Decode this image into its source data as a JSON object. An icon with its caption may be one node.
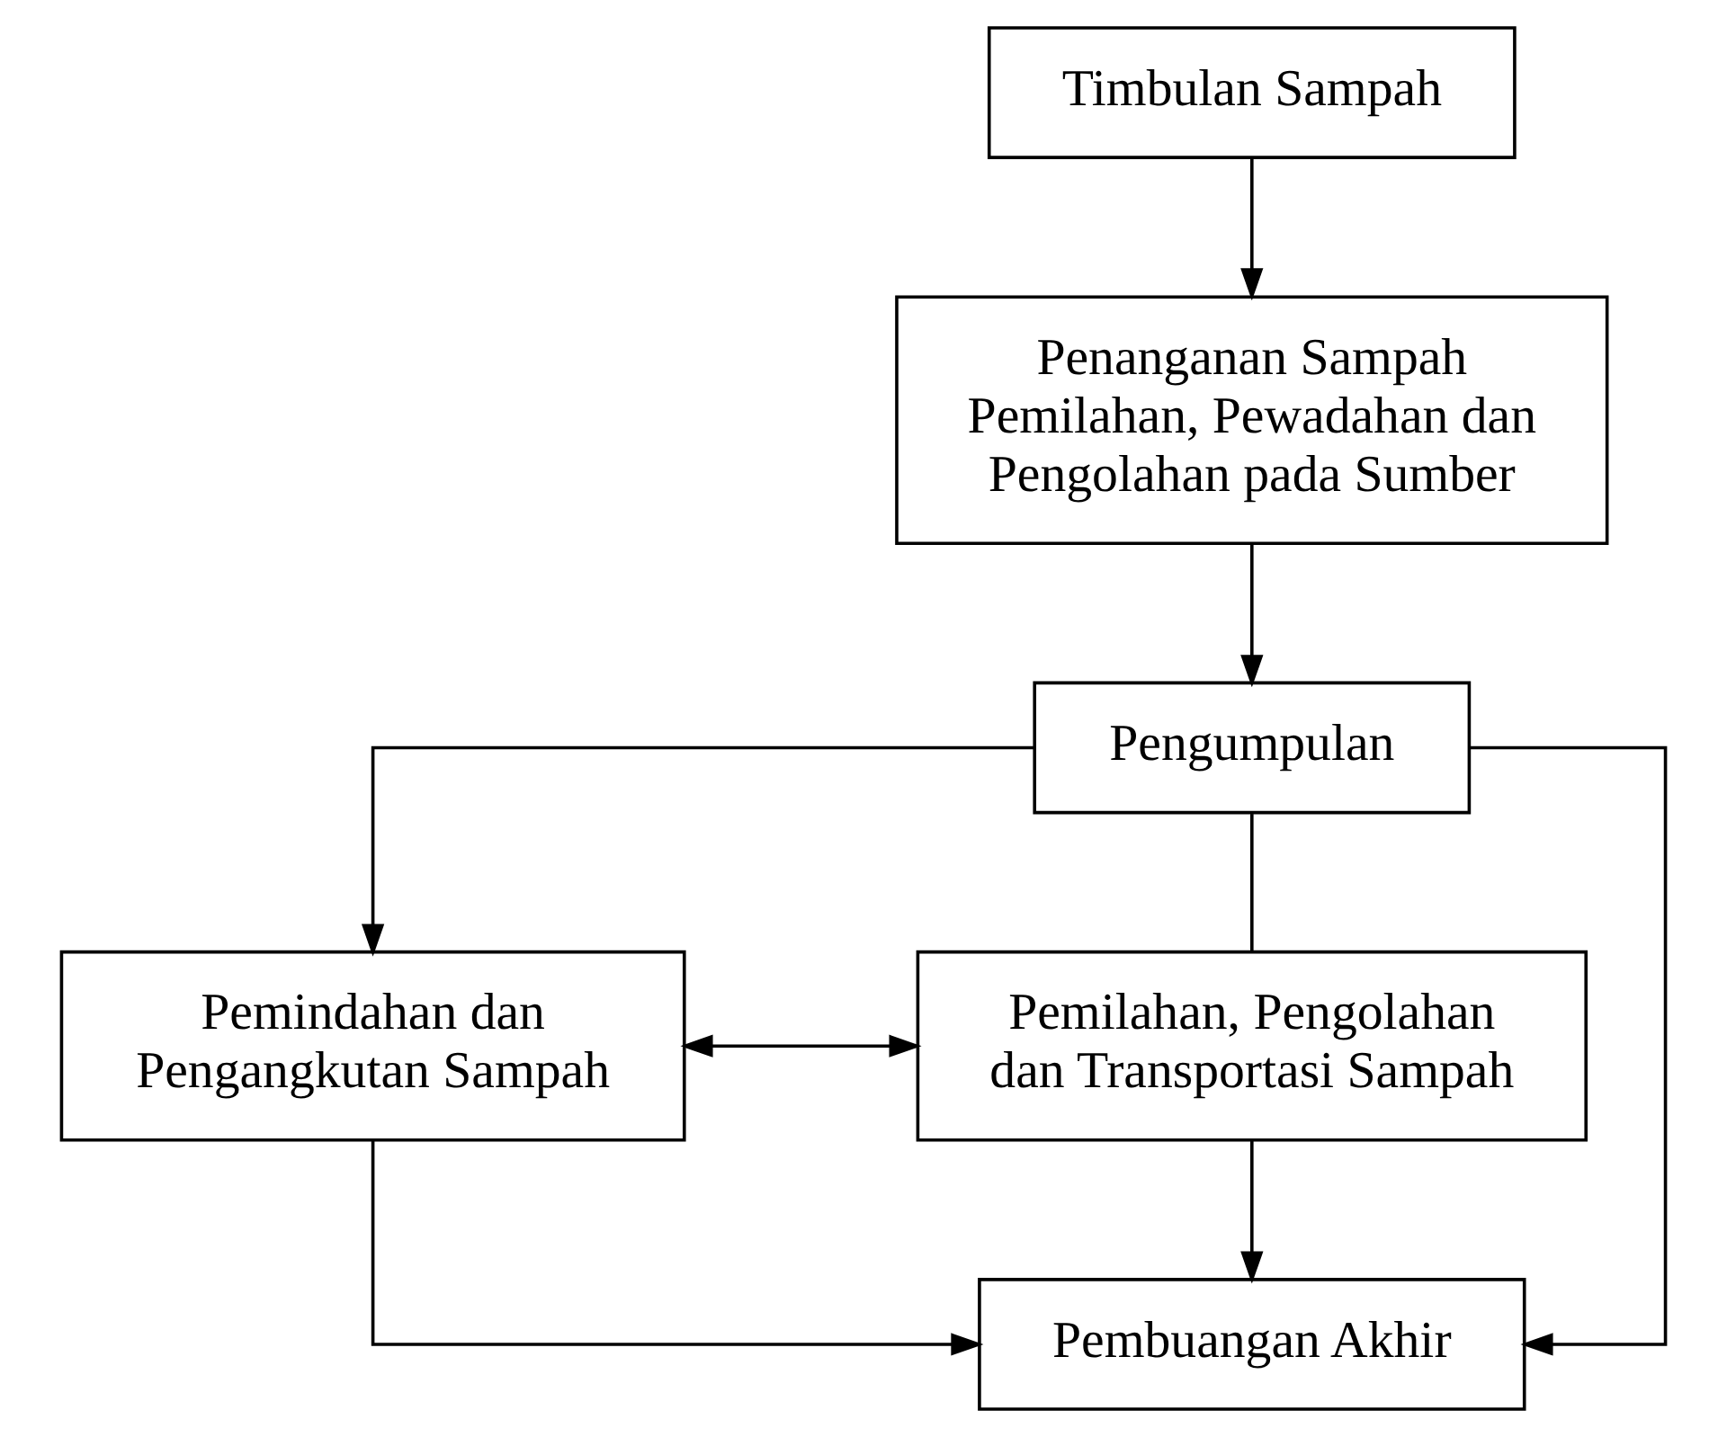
{
  "diagram": {
    "nodes": [
      {
        "text": [
          "Timbulan Sampah"
        ]
      },
      {
        "text": [
          "Penanganan Sampah",
          "Pemilahan, Pewadahan dan Pengolahan pada Sumber"
        ]
      },
      {
        "text": [
          "Pengumpulan"
        ]
      },
      {
        "text": [
          "Pemindahan dan Pengangkutan Sampah"
        ]
      },
      {
        "text": [
          "Pemilahan, Pengolahan dan Transportasi Sampah"
        ]
      },
      {
        "text": [
          "Pembuangan Akhir"
        ]
      }
    ],
    "edges": [
      {
        "from": 0,
        "to": 1,
        "arrow": "to"
      },
      {
        "from": 1,
        "to": 2,
        "arrow": "to"
      },
      {
        "from": 2,
        "to": 3,
        "arrow": "to"
      },
      {
        "from": 2,
        "to": 4,
        "arrow": "none"
      },
      {
        "from": 2,
        "to": 5,
        "arrow": "to"
      },
      {
        "from": 3,
        "to": 4,
        "arrow": "both"
      },
      {
        "from": 3,
        "to": 5,
        "arrow": "to"
      },
      {
        "from": 4,
        "to": 5,
        "arrow": "to"
      }
    ]
  }
}
